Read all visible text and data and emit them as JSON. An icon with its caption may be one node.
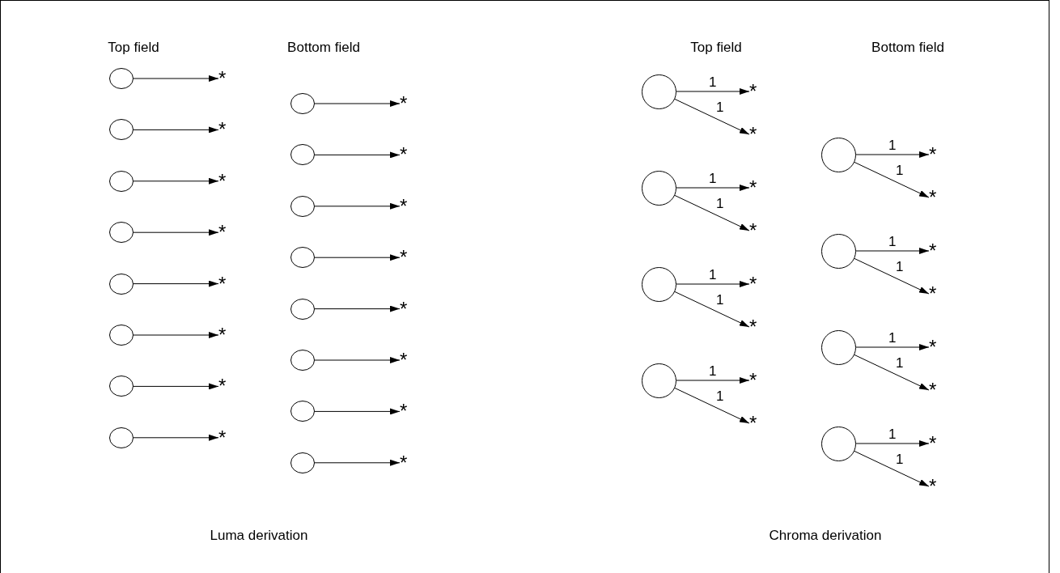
{
  "diagram": {
    "nodes": [
      {
        "text": [],
        "shape": "circle"
      },
      {
        "text": [
          "*"
        ]
      },
      {
        "text": [],
        "shape": "circle"
      },
      {
        "text": [
          "*"
        ]
      },
      {
        "text": [],
        "shape": "circle"
      },
      {
        "text": [
          "*"
        ]
      },
      {
        "text": [],
        "shape": "circle"
      },
      {
        "text": [
          "*"
        ]
      },
      {
        "text": [],
        "shape": "circle"
      },
      {
        "text": [
          "*"
        ]
      },
      {
        "text": [],
        "shape": "circle"
      },
      {
        "text": [
          "*"
        ]
      },
      {
        "text": [],
        "shape": "circle"
      },
      {
        "text": [
          "*"
        ]
      },
      {
        "text": [],
        "shape": "circle"
      },
      {
        "text": [
          "*"
        ]
      },
      {
        "text": [],
        "shape": "circle"
      },
      {
        "text": [
          "*"
        ]
      },
      {
        "text": [],
        "shape": "circle"
      },
      {
        "text": [
          "*"
        ]
      },
      {
        "text": [],
        "shape": "circle"
      },
      {
        "text": [
          "*"
        ]
      },
      {
        "text": [],
        "shape": "circle"
      },
      {
        "text": [
          "*"
        ]
      },
      {
        "text": [],
        "shape": "circle"
      },
      {
        "text": [
          "*"
        ]
      },
      {
        "text": [],
        "shape": "circle"
      },
      {
        "text": [
          "*"
        ]
      },
      {
        "text": [],
        "shape": "circle"
      },
      {
        "text": [
          "*"
        ]
      },
      {
        "text": [],
        "shape": "circle"
      },
      {
        "text": [
          "*"
        ]
      },
      {
        "text": [],
        "shape": "circle"
      },
      {
        "text": [
          "*"
        ]
      },
      {
        "text": [
          "*"
        ]
      },
      {
        "text": [],
        "shape": "circle"
      },
      {
        "text": [
          "*"
        ]
      },
      {
        "text": [
          "*"
        ]
      },
      {
        "text": [],
        "shape": "circle"
      },
      {
        "text": [
          "*"
        ]
      },
      {
        "text": [
          "*"
        ]
      },
      {
        "text": [],
        "shape": "circle"
      },
      {
        "text": [
          "*"
        ]
      },
      {
        "text": [
          "*"
        ]
      },
      {
        "text": [],
        "shape": "circle"
      },
      {
        "text": [
          "*"
        ]
      },
      {
        "text": [
          "*"
        ]
      },
      {
        "text": [],
        "shape": "circle"
      },
      {
        "text": [
          "*"
        ]
      },
      {
        "text": [
          "*"
        ]
      },
      {
        "text": [],
        "shape": "circle"
      },
      {
        "text": [
          "*"
        ]
      },
      {
        "text": [
          "*"
        ]
      },
      {
        "text": [],
        "shape": "circle"
      },
      {
        "text": [
          "*"
        ]
      },
      {
        "text": [
          "*"
        ]
      }
    ],
    "edges": [
      {
        "from": 0,
        "to": 1,
        "arrow": "to"
      },
      {
        "from": 2,
        "to": 3,
        "arrow": "to"
      },
      {
        "from": 4,
        "to": 5,
        "arrow": "to"
      },
      {
        "from": 6,
        "to": 7,
        "arrow": "to"
      },
      {
        "from": 8,
        "to": 9,
        "arrow": "to"
      },
      {
        "from": 10,
        "to": 11,
        "arrow": "to"
      },
      {
        "from": 12,
        "to": 13,
        "arrow": "to"
      },
      {
        "from": 14,
        "to": 15,
        "arrow": "to"
      },
      {
        "from": 16,
        "to": 17,
        "arrow": "to"
      },
      {
        "from": 18,
        "to": 19,
        "arrow": "to"
      },
      {
        "from": 20,
        "to": 21,
        "arrow": "to"
      },
      {
        "from": 22,
        "to": 23,
        "arrow": "to"
      },
      {
        "from": 24,
        "to": 25,
        "arrow": "to"
      },
      {
        "from": 26,
        "to": 27,
        "arrow": "to"
      },
      {
        "from": 28,
        "to": 29,
        "arrow": "to"
      },
      {
        "from": 30,
        "to": 31,
        "arrow": "to"
      },
      {
        "from": 32,
        "to": 33,
        "arrow": "to",
        "label": "1"
      },
      {
        "from": 32,
        "to": 34,
        "arrow": "to",
        "label": "1"
      },
      {
        "from": 35,
        "to": 36,
        "arrow": "to",
        "label": "1"
      },
      {
        "from": 35,
        "to": 37,
        "arrow": "to",
        "label": "1"
      },
      {
        "from": 38,
        "to": 39,
        "arrow": "to",
        "label": "1"
      },
      {
        "from": 38,
        "to": 40,
        "arrow": "to",
        "label": "1"
      },
      {
        "from": 41,
        "to": 42,
        "arrow": "to",
        "label": "1"
      },
      {
        "from": 41,
        "to": 43,
        "arrow": "to",
        "label": "1"
      },
      {
        "from": 44,
        "to": 45,
        "arrow": "to",
        "label": "1"
      },
      {
        "from": 44,
        "to": 46,
        "arrow": "to",
        "label": "1"
      },
      {
        "from": 47,
        "to": 48,
        "arrow": "to",
        "label": "1"
      },
      {
        "from": 47,
        "to": 49,
        "arrow": "to",
        "label": "1"
      },
      {
        "from": 50,
        "to": 51,
        "arrow": "to",
        "label": "1"
      },
      {
        "from": 50,
        "to": 52,
        "arrow": "to",
        "label": "1"
      },
      {
        "from": 53,
        "to": 54,
        "arrow": "to",
        "label": "1"
      },
      {
        "from": 53,
        "to": 55,
        "arrow": "to",
        "label": "1"
      }
    ],
    "labels": [
      "Top field",
      "Bottom field",
      "Top field",
      "Bottom field",
      "Luma derivation",
      "Chroma derivation"
    ]
  }
}
